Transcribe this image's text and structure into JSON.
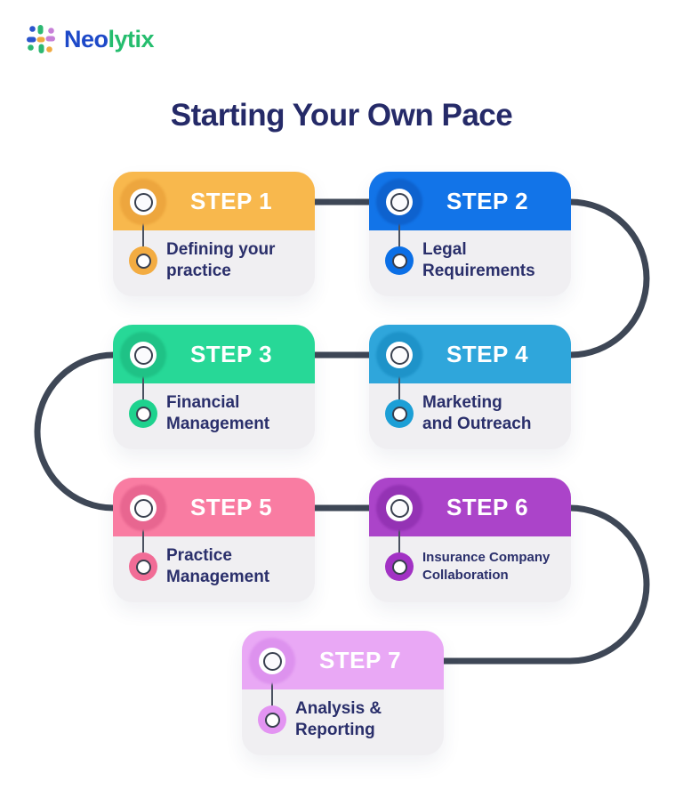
{
  "logo": {
    "brand_prefix": "Neo",
    "brand_suffix": "lytix",
    "icon": "pinwheel-people-icon",
    "prefix_color": "#1d49c8",
    "suffix_color": "#25bd6e"
  },
  "title": "Starting Your Own Pace",
  "colors": {
    "title": "#252a68",
    "connector": "#3e4756",
    "card_body": "#f0eff2",
    "step_text": "#2a2f6b",
    "step_label_text": "#ffffff",
    "marker_ring": "#39404f"
  },
  "steps": [
    {
      "label": "STEP 1",
      "line1": "Defining your",
      "line2": "practice",
      "colors": {
        "header": "#f8b84d",
        "glow": "#eda63e",
        "dot": "#f3ac42"
      }
    },
    {
      "label": "STEP 2",
      "line1": "Legal",
      "line2": "Requirements",
      "colors": {
        "header": "#1274e8",
        "glow": "#0e62ce",
        "dot": "#0b6fe6"
      }
    },
    {
      "label": "STEP 3",
      "line1": "Financial",
      "line2": "Management",
      "colors": {
        "header": "#27d897",
        "glow": "#1fc286",
        "dot": "#1ed28e"
      }
    },
    {
      "label": "STEP 4",
      "line1": "Marketing",
      "line2": "and Outreach",
      "colors": {
        "header": "#2fa6db",
        "glow": "#1e93c9",
        "dot": "#1c9fd6"
      }
    },
    {
      "label": "STEP 5",
      "line1": "Practice",
      "line2": "Management",
      "colors": {
        "header": "#f97ca2",
        "glow": "#e86690",
        "dot": "#f16c96"
      }
    },
    {
      "label": "STEP 6",
      "line1": "Insurance Company",
      "line2": "Collaboration",
      "colors": {
        "header": "#ab44c9",
        "glow": "#9433b4",
        "dot": "#a232c4"
      }
    },
    {
      "label": "STEP 7",
      "line1": "Analysis &",
      "line2": "Reporting",
      "colors": {
        "header": "#e9a8f5",
        "glow": "#dd92ee",
        "dot": "#e394f2"
      }
    }
  ]
}
